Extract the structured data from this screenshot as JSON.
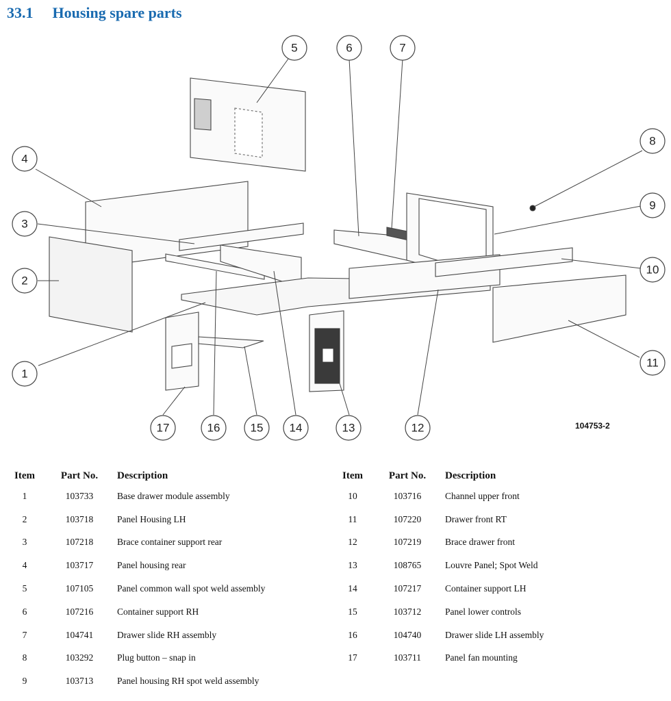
{
  "section": {
    "number": "33.1",
    "title": "Housing spare parts"
  },
  "drawing_number": "104753-2",
  "callouts": [
    "1",
    "2",
    "3",
    "4",
    "5",
    "6",
    "7",
    "8",
    "9",
    "10",
    "11",
    "12",
    "13",
    "14",
    "15",
    "16",
    "17"
  ],
  "table": {
    "headers": {
      "item": "Item",
      "part": "Part No.",
      "description": "Description"
    },
    "left": [
      {
        "item": "1",
        "part": "103733",
        "description": "Base drawer module assembly"
      },
      {
        "item": "2",
        "part": "103718",
        "description": "Panel Housing LH"
      },
      {
        "item": "3",
        "part": "107218",
        "description": "Brace container support rear"
      },
      {
        "item": "4",
        "part": "103717",
        "description": "Panel housing rear"
      },
      {
        "item": "5",
        "part": "107105",
        "description": "Panel common wall spot weld assembly"
      },
      {
        "item": "6",
        "part": "107216",
        "description": "Container support RH"
      },
      {
        "item": "7",
        "part": "104741",
        "description": "Drawer slide RH assembly"
      },
      {
        "item": "8",
        "part": "103292",
        "description": "Plug button – snap in"
      },
      {
        "item": "9",
        "part": "103713",
        "description": "Panel housing RH spot weld assembly"
      }
    ],
    "right": [
      {
        "item": "10",
        "part": "103716",
        "description": "Channel upper front"
      },
      {
        "item": "11",
        "part": "107220",
        "description": "Drawer front RT"
      },
      {
        "item": "12",
        "part": "107219",
        "description": "Brace drawer front"
      },
      {
        "item": "13",
        "part": "108765",
        "description": "Louvre Panel; Spot Weld"
      },
      {
        "item": "14",
        "part": "107217",
        "description": "Container support LH"
      },
      {
        "item": "15",
        "part": "103712",
        "description": "Panel lower controls"
      },
      {
        "item": "16",
        "part": "104740",
        "description": "Drawer slide LH assembly"
      },
      {
        "item": "17",
        "part": "103711",
        "description": "Panel fan mounting"
      }
    ]
  }
}
